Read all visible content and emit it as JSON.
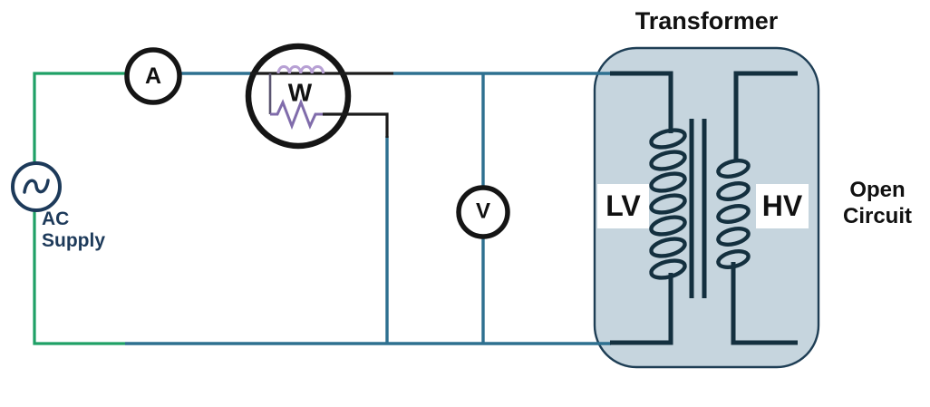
{
  "diagram": {
    "title": "Transformer",
    "side_note": "Open Circuit",
    "source_label": "AC Supply",
    "meters": {
      "ammeter": "A",
      "wattmeter": "W",
      "voltmeter": "V"
    },
    "windings": {
      "left": "LV",
      "right": "HV"
    }
  },
  "colors": {
    "supply_wire": "#1fa066",
    "main_wire": "#2e7090",
    "meter_outline": "#151515",
    "branch_wire": "#1b1b1b",
    "wattmeter_coil": "#b7a0d4",
    "wattmeter_resistor": "#806cab",
    "wattmeter_connector": "#5a5470",
    "transformer_fill": "#c6d5de",
    "transformer_border": "#1e3e55",
    "winding": "#14303f",
    "text_navy": "#1d3a5a",
    "text_black": "#111111",
    "label_bg": "#ffffff"
  }
}
